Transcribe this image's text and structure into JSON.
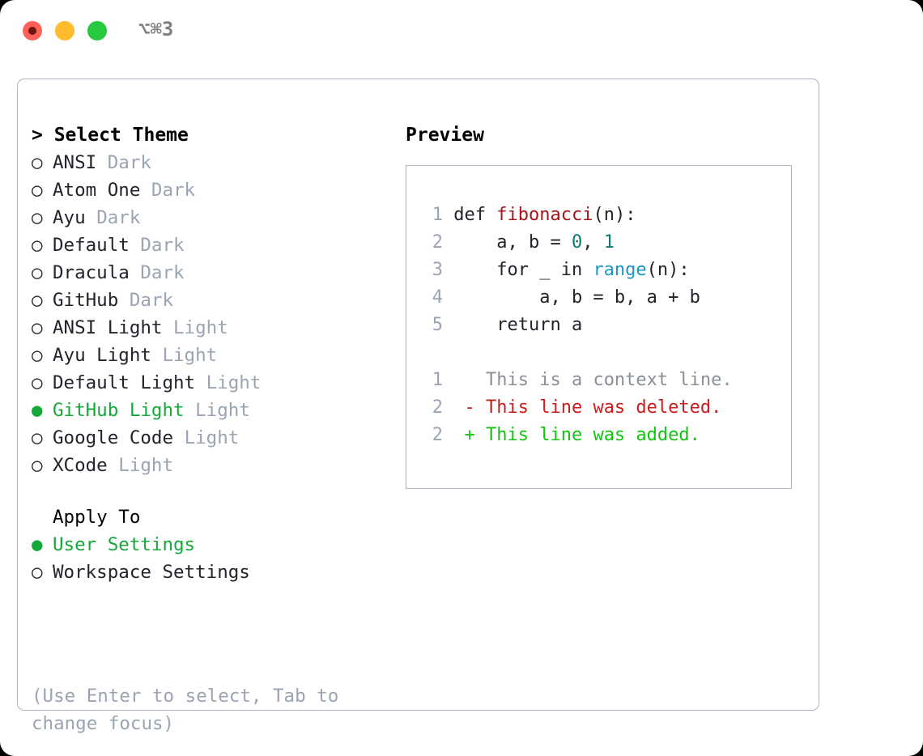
{
  "window": {
    "shortcut_label": "⌥⌘3",
    "traffic_lights": {
      "close_color": "#ff6058",
      "minimize_color": "#ffbd2e",
      "maximize_color": "#27c93f"
    }
  },
  "theme_picker": {
    "heading": "> Select Theme",
    "bullet_empty": "○",
    "bullet_filled": "●",
    "items": [
      {
        "name": "ANSI",
        "variant": "Dark",
        "selected": false
      },
      {
        "name": "Atom One",
        "variant": "Dark",
        "selected": false
      },
      {
        "name": "Ayu",
        "variant": "Dark",
        "selected": false
      },
      {
        "name": "Default",
        "variant": "Dark",
        "selected": false
      },
      {
        "name": "Dracula",
        "variant": "Dark",
        "selected": false
      },
      {
        "name": "GitHub",
        "variant": "Dark",
        "selected": false
      },
      {
        "name": "ANSI Light",
        "variant": "Light",
        "selected": false
      },
      {
        "name": "Ayu Light",
        "variant": "Light",
        "selected": false
      },
      {
        "name": "Default Light",
        "variant": "Light",
        "selected": false
      },
      {
        "name": "GitHub Light",
        "variant": "Light",
        "selected": true
      },
      {
        "name": "Google Code",
        "variant": "Light",
        "selected": false
      },
      {
        "name": "XCode",
        "variant": "Light",
        "selected": false
      }
    ]
  },
  "apply_to": {
    "heading": "Apply To",
    "options": [
      {
        "label": "User Settings",
        "selected": true
      },
      {
        "label": "Workspace Settings",
        "selected": false
      }
    ]
  },
  "hint": "(Use Enter to select, Tab to change focus)",
  "preview": {
    "heading": "Preview",
    "code_lines": [
      {
        "number": "1",
        "tokens": [
          {
            "text": "def ",
            "type": "plain"
          },
          {
            "text": "fibonacci",
            "type": "fn"
          },
          {
            "text": "(n):",
            "type": "plain"
          }
        ]
      },
      {
        "number": "2",
        "tokens": [
          {
            "text": "    a, b = ",
            "type": "plain"
          },
          {
            "text": "0",
            "type": "num"
          },
          {
            "text": ", ",
            "type": "plain"
          },
          {
            "text": "1",
            "type": "num"
          }
        ]
      },
      {
        "number": "3",
        "tokens": [
          {
            "text": "    for _ in ",
            "type": "plain"
          },
          {
            "text": "range",
            "type": "builtin"
          },
          {
            "text": "(n):",
            "type": "plain"
          }
        ]
      },
      {
        "number": "4",
        "tokens": [
          {
            "text": "        a, b = b, a + b",
            "type": "plain"
          }
        ]
      },
      {
        "number": "5",
        "tokens": [
          {
            "text": "    return a",
            "type": "plain"
          }
        ]
      }
    ],
    "diff_lines": [
      {
        "number": "1",
        "marker": " ",
        "text": " This is a context line.",
        "kind": "context"
      },
      {
        "number": "2",
        "marker": "-",
        "text": " This line was deleted.",
        "kind": "del"
      },
      {
        "number": "2",
        "marker": "+",
        "text": " This line was added.",
        "kind": "add"
      }
    ]
  },
  "colors": {
    "accent_green": "#15a83a",
    "muted": "#9aa4b2",
    "border": "#aab4c2",
    "diff_add": "#11c511",
    "diff_del": "#cc1d1d",
    "code_fn": "#a6151a",
    "code_num": "#0b7a75",
    "code_builtin": "#1a97c2"
  }
}
